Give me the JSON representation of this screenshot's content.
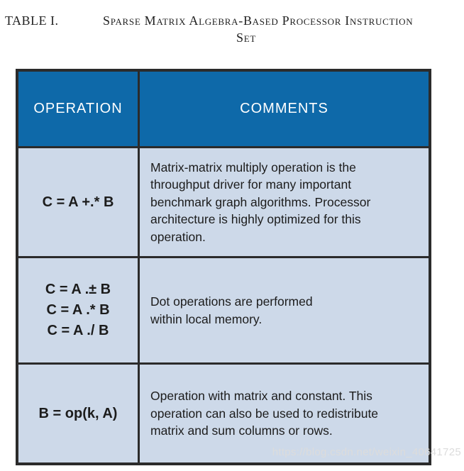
{
  "caption": {
    "label": "TABLE I.",
    "title_line1": "Sparse Matrix Algebra-Based Processor Instruction",
    "title_line2": "Set"
  },
  "table": {
    "headers": {
      "operation": "OPERATION",
      "comments": "COMMENTS"
    },
    "rows": [
      {
        "operation": "C = A +.* B",
        "comment": "Matrix-matrix multiply operation is the\nthroughput driver for many important\nbenchmark graph algorithms. Processor\narchitecture is highly optimized for this\noperation."
      },
      {
        "operation": "C = A .± B\nC = A .* B\nC = A ./ B",
        "comment": "Dot operations are performed\nwithin local memory."
      },
      {
        "operation": "B = op(k, A)",
        "comment": "Operation with matrix and constant. This\noperation can also be used to redistribute\nmatrix and sum columns or rows."
      }
    ]
  },
  "watermark": {
    "text": "https://blog.csdn.net/weixin_40641725"
  },
  "colors": {
    "header_bg": "#0e69a9",
    "header_text": "#ffffff",
    "cell_bg": "#cdd9e9",
    "border": "#2b2b2b"
  }
}
